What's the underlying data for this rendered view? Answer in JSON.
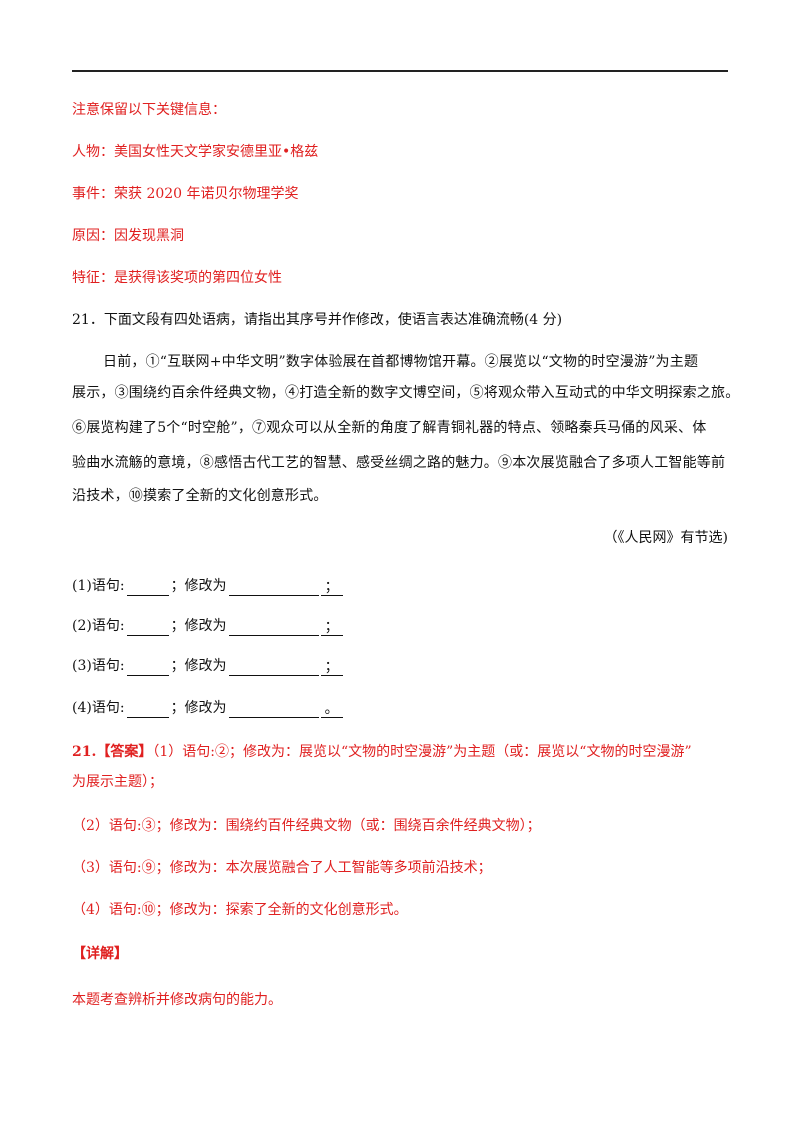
{
  "notes": {
    "heading": "注意保留以下关键信息：",
    "person": "人物：美国女性天文学家安德里亚•格兹",
    "event": "事件：荣获 2020 年诺贝尔物理学奖",
    "reason": "原因：因发现黑洞",
    "feature": "特征：是获得该奖项的第四位女性"
  },
  "question": {
    "title": "21．下面文段有四处语病，请指出其序号并作修改，使语言表达准确流畅(4 分)",
    "passage_lines": [
      "日前，①“互联网+中华文明”数字体验展在首都博物馆开幕。②展览以“文物的时空漫游”为主题",
      "展示，③围绕约百余件经典文物，④打造全新的数字文博空间，⑤将观众带入互动式的中华文明探索之旅。",
      "⑥展览构建了5个“时空舱”，⑦观众可以从全新的角度了解青铜礼器的特点、领略秦兵马俑的风采、体",
      "验曲水流觞的意境，⑧感悟古代工艺的智慧、感受丝绸之路的魅力。⑨本次展览融合了多项人工智能等前",
      "沿技术，⑩摸索了全新的文化创意形式。"
    ],
    "source": "（《人民网》有节选)",
    "blanks": [
      {
        "num": "(1)",
        "label_sentence": "语句:",
        "label_modify": "；修改为",
        "end": "；"
      },
      {
        "num": "(2)",
        "label_sentence": "语句:",
        "label_modify": "；修改为",
        "end": "；"
      },
      {
        "num": "(3)",
        "label_sentence": "语句:",
        "label_modify": "；修改为",
        "end": "；"
      },
      {
        "num": "(4)",
        "label_sentence": "语句:",
        "label_modify": "；修改为",
        "end": "。"
      }
    ]
  },
  "answer": {
    "label": "21.【答案】",
    "line1a": "（1）语句:②；修改为：展览以“文物的时空漫游”为主题（或：展览以“文物的时空漫游”",
    "line1b": "为展示主题）；",
    "line2": "（2）语句:③；修改为：围绕约百件经典文物（或：围绕百余件经典文物）；",
    "line3": "（3）语句:⑨；修改为：本次展览融合了人工智能等多项前沿技术；",
    "line4": "（4）语句:⑩；修改为：探索了全新的文化创意形式。"
  },
  "detail": {
    "label": "【详解】",
    "text": "本题考查辨析并修改病句的能力。"
  }
}
